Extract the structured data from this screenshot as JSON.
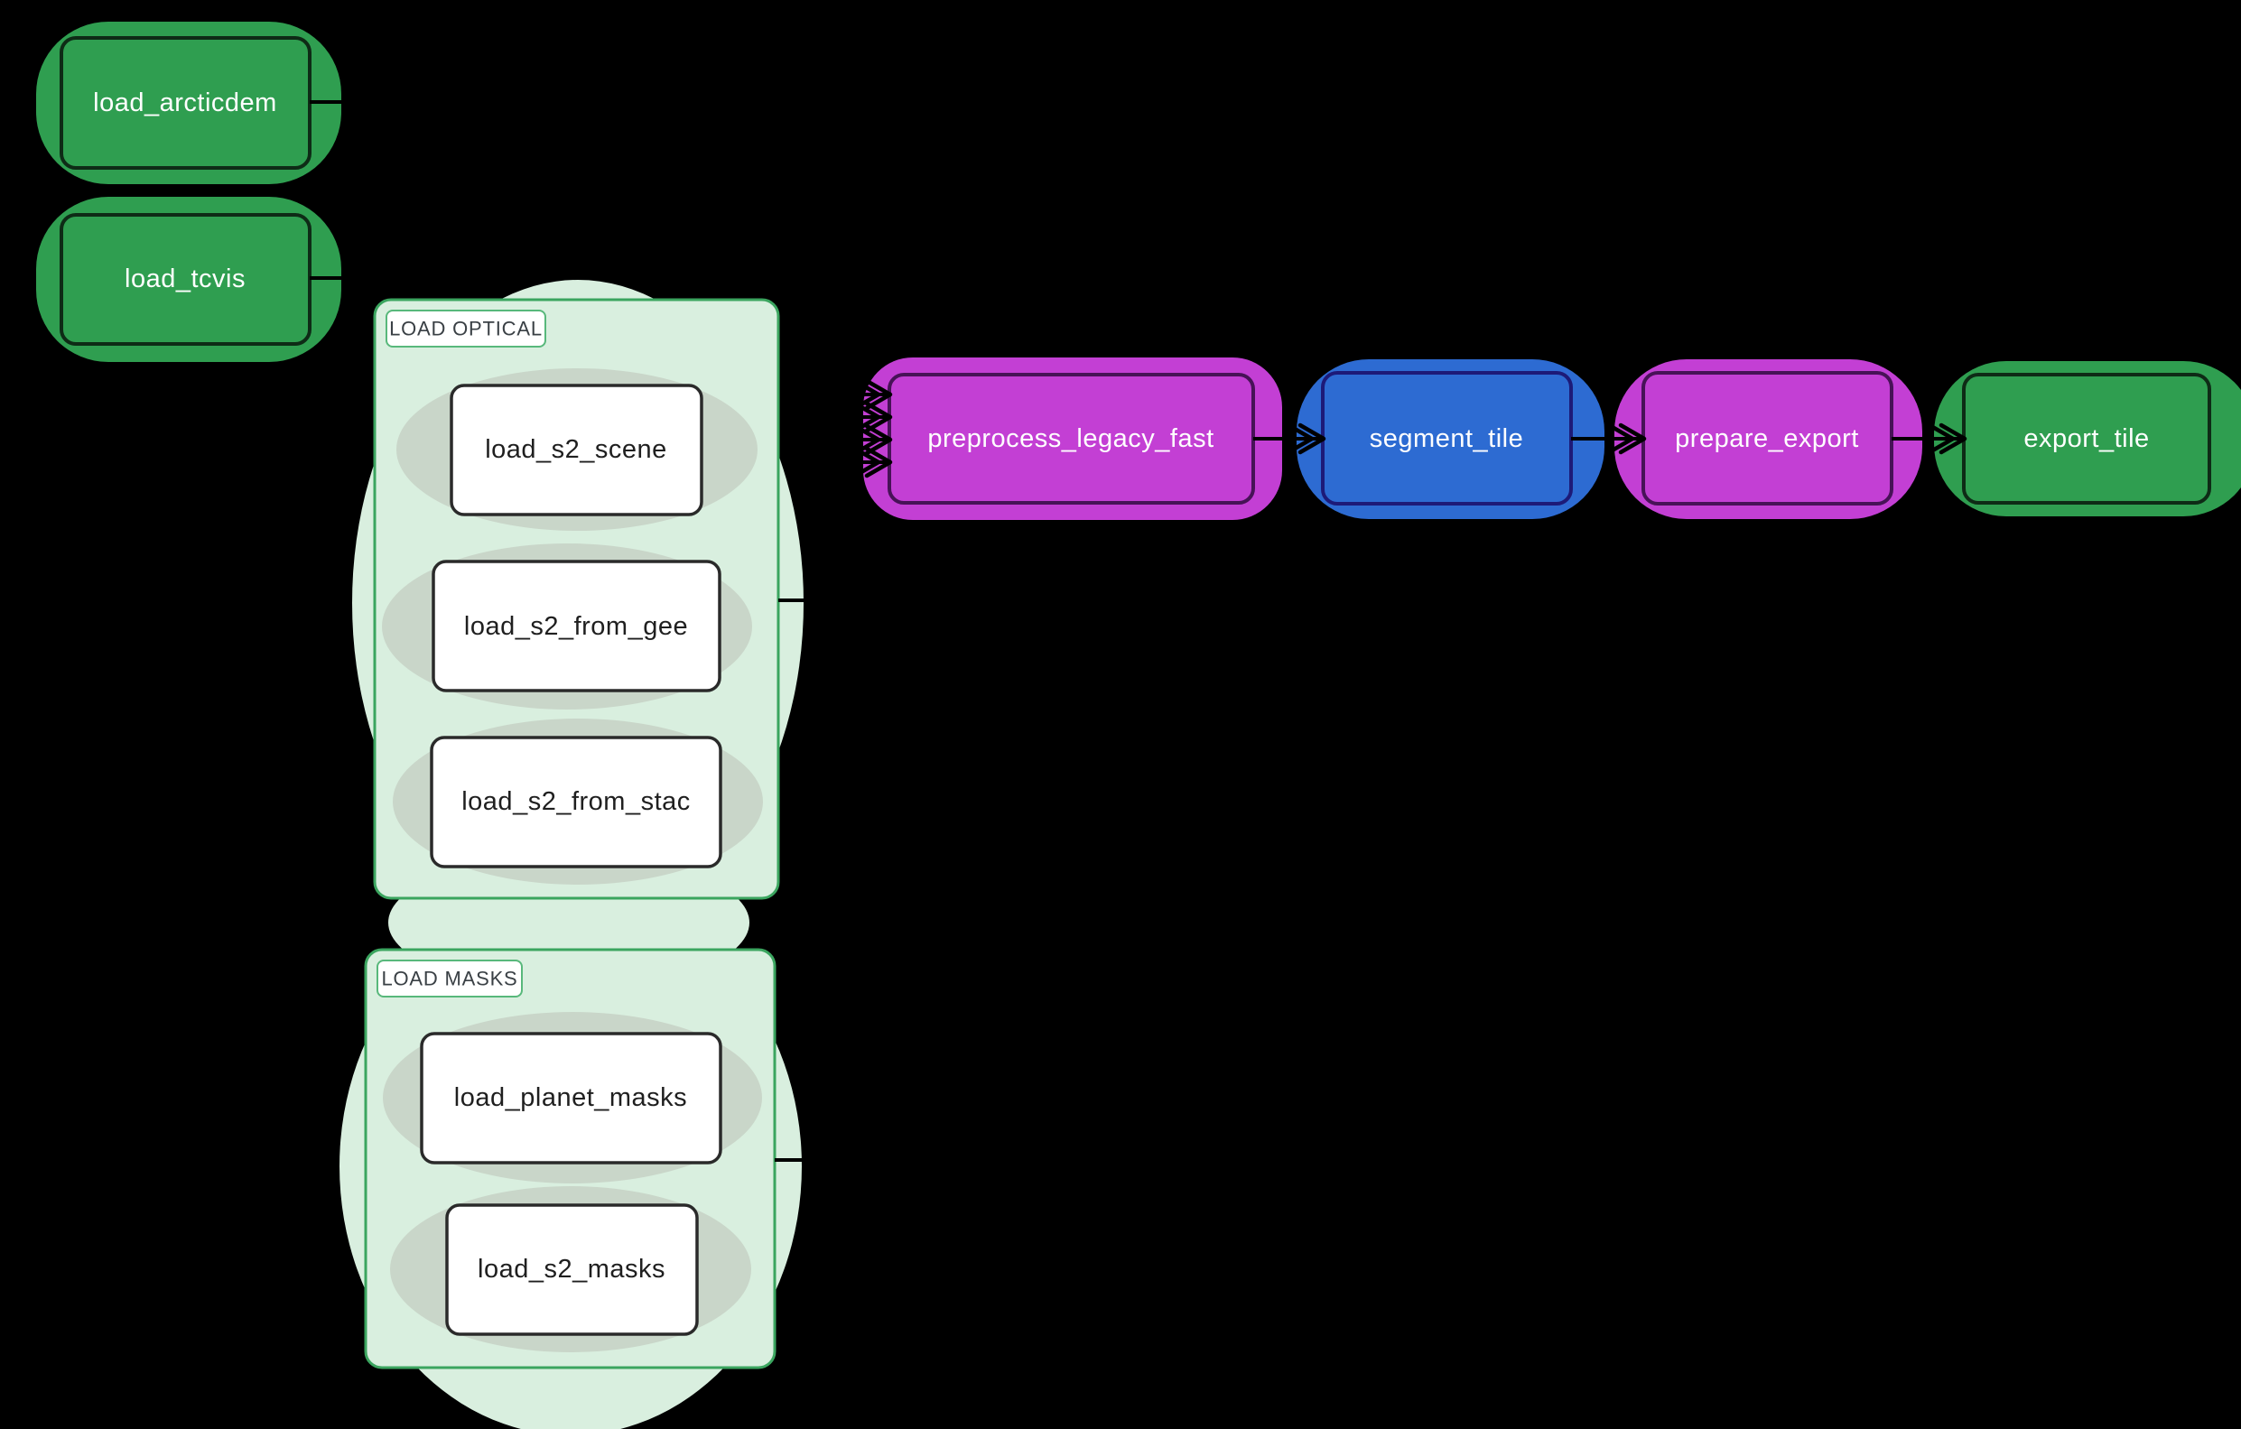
{
  "colors": {
    "background": "#000000",
    "green_fill": "#2f9e50",
    "green_border": "#0e2b16",
    "magenta_fill": "#c33fd4",
    "magenta_border": "#471257",
    "blue_fill": "#2d6bd2",
    "blue_border": "#1d1a78",
    "group_fill": "#d9efdf",
    "group_border": "#3ba55f",
    "group_label_bg": "#ffffff",
    "inner_blob": "#c9d6c9",
    "white_node_fill": "#ffffff",
    "white_node_border": "#2a2a2a",
    "edge_color": "#000000",
    "group_label_text": "#3a4045",
    "node_text_light": "#ffffff",
    "node_text_dark": "#1f1f1f"
  },
  "nodes": {
    "load_arcticdem": {
      "label": "load_arcticdem"
    },
    "load_tcvis": {
      "label": "load_tcvis"
    },
    "load_s2_scene": {
      "label": "load_s2_scene"
    },
    "load_s2_from_gee": {
      "label": "load_s2_from_gee"
    },
    "load_s2_from_stac": {
      "label": "load_s2_from_stac"
    },
    "load_planet_masks": {
      "label": "load_planet_masks"
    },
    "load_s2_masks": {
      "label": "load_s2_masks"
    },
    "preprocess_legacy_fast": {
      "label": "preprocess_legacy_fast"
    },
    "segment_tile": {
      "label": "segment_tile"
    },
    "prepare_export": {
      "label": "prepare_export"
    },
    "export_tile": {
      "label": "export_tile"
    }
  },
  "groups": {
    "load_optical": {
      "label": "LOAD OPTICAL"
    },
    "load_masks": {
      "label": "LOAD MASKS"
    }
  },
  "edges": [
    {
      "from": "load_arcticdem",
      "to": "preprocess_legacy_fast"
    },
    {
      "from": "load_tcvis",
      "to": "preprocess_legacy_fast"
    },
    {
      "from": "load_optical",
      "to": "preprocess_legacy_fast"
    },
    {
      "from": "load_masks",
      "to": "preprocess_legacy_fast"
    },
    {
      "from": "preprocess_legacy_fast",
      "to": "segment_tile"
    },
    {
      "from": "segment_tile",
      "to": "prepare_export"
    },
    {
      "from": "prepare_export",
      "to": "export_tile"
    }
  ]
}
